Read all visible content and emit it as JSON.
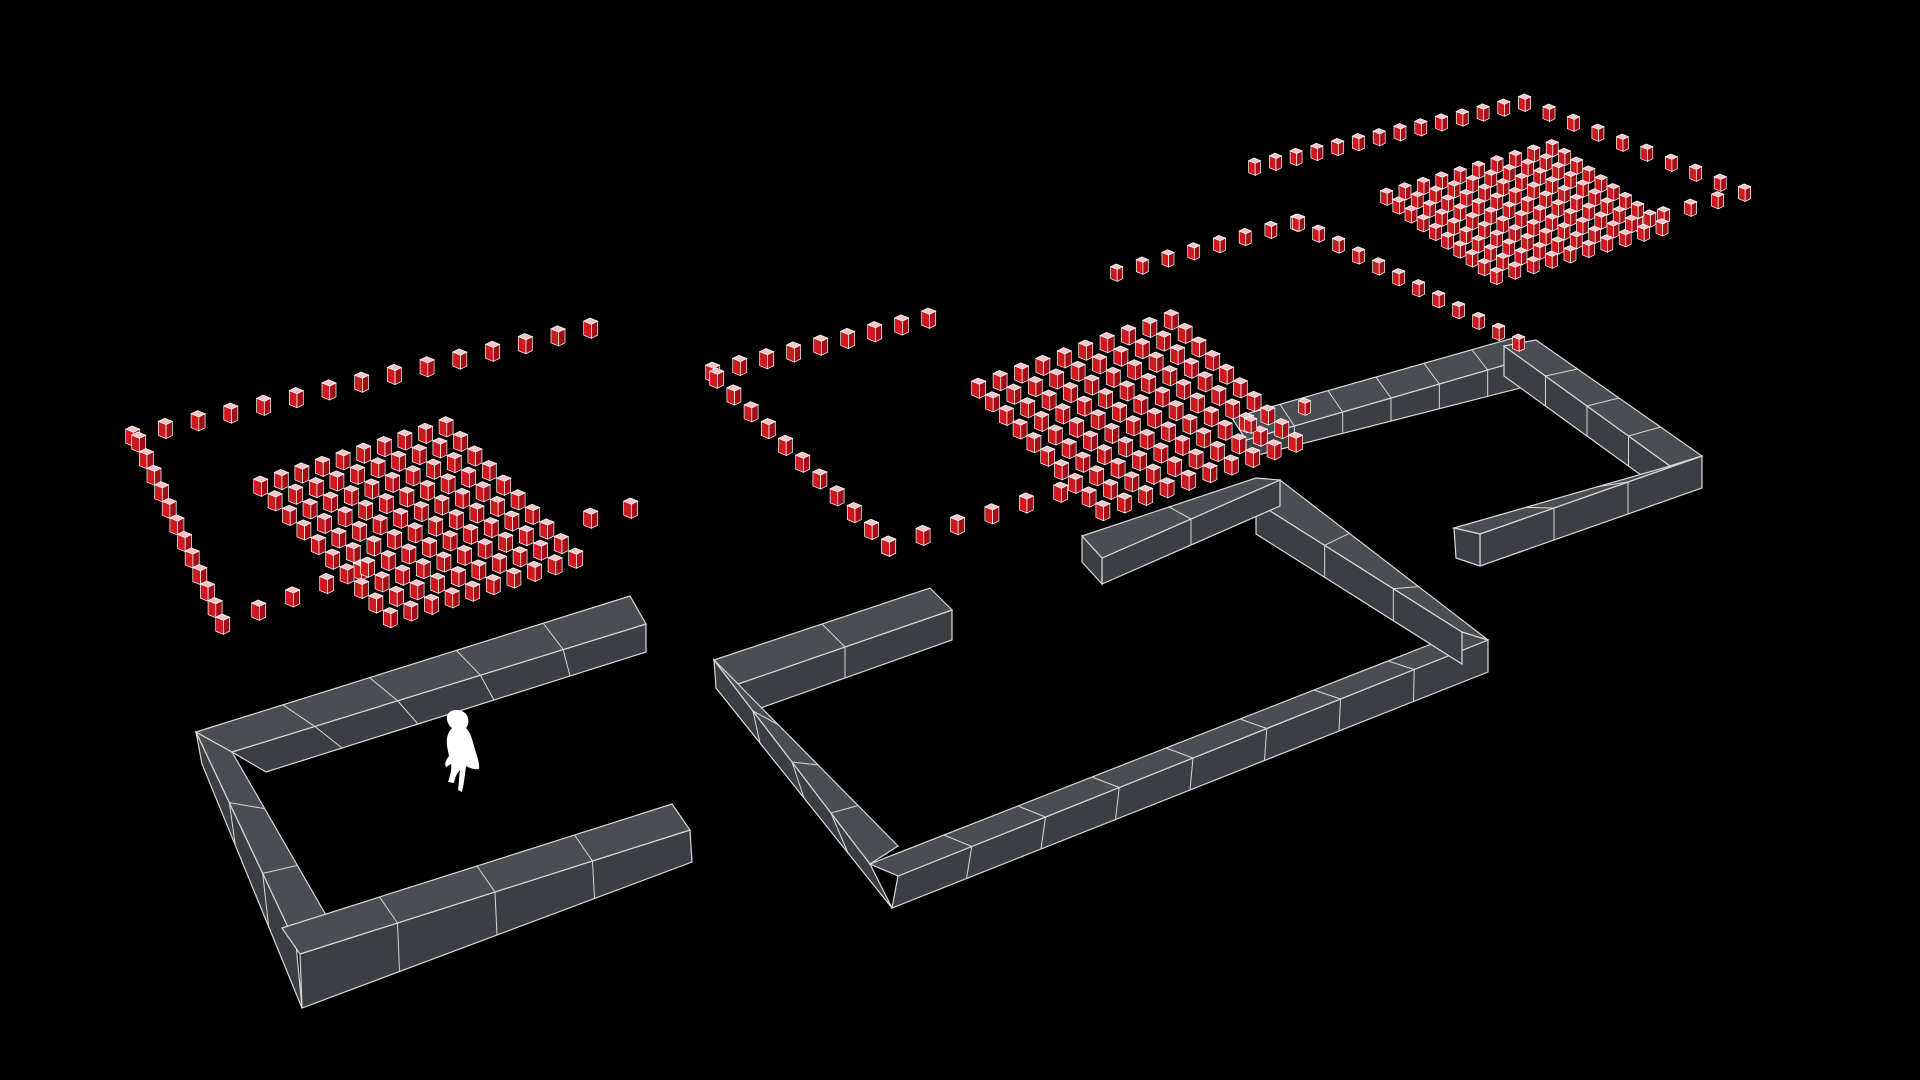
{
  "scene": {
    "background": "#000000",
    "wall_top_color": "#4a4e53",
    "wall_side_color": "#3b3f44",
    "wall_edge_color": "#d8d8d8",
    "cube_top_color": "#f2c4c8",
    "cube_left_color": "#d0181f",
    "cube_right_color": "#a10f16",
    "cube_edge_color": "#ffffff",
    "figure_color": "#ffffff"
  },
  "module_count": 3,
  "wall_segments_per_run": {
    "module_1": [
      5,
      2,
      4
    ],
    "module_2": [
      2,
      3,
      6,
      2,
      3,
      2
    ],
    "module_3": [
      6,
      2,
      3,
      2
    ]
  },
  "seat_grid": {
    "module_1": {
      "rows": 10,
      "cols": 10
    },
    "module_2": {
      "rows": 10,
      "cols": 10
    },
    "module_3": {
      "rows": 10,
      "cols": 10
    }
  },
  "human_figure": {
    "icon": "person-silhouette-icon",
    "module": 1
  }
}
